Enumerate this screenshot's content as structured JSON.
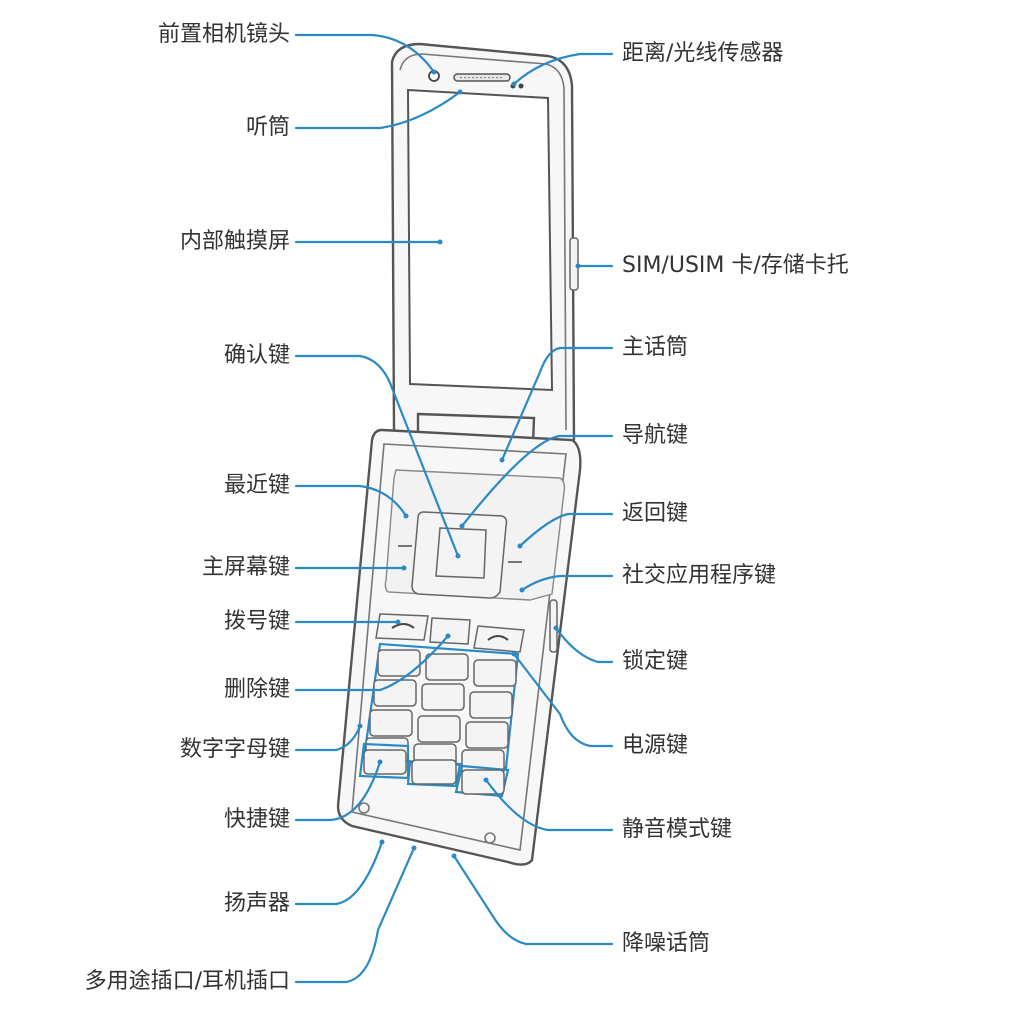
{
  "labels": {
    "front_camera": "前置相机镜头",
    "earpiece": "听筒",
    "inner_touchscreen": "内部触摸屏",
    "ok_key": "确认键",
    "recent_key": "最近键",
    "home_key": "主屏幕键",
    "dial_key": "拨号键",
    "delete_key": "删除键",
    "alphanumeric_keys": "数字字母键",
    "shortcut_key": "快捷键",
    "speaker": "扬声器",
    "multipurpose_jack": "多用途插口/耳机插口",
    "proximity_sensor": "距离/光线传感器",
    "sim_tray": "SIM/USIM 卡/存储卡托",
    "main_mic": "主话筒",
    "nav_key": "导航键",
    "back_key": "返回键",
    "social_app_key": "社交应用程序键",
    "lock_key": "锁定键",
    "power_key": "电源键",
    "silent_mode_key": "静音模式键",
    "noise_mic": "降噪话筒"
  },
  "colors": {
    "leader_line": "#2a8ac6",
    "label_text": "#333333",
    "device_outline": "#555555"
  }
}
